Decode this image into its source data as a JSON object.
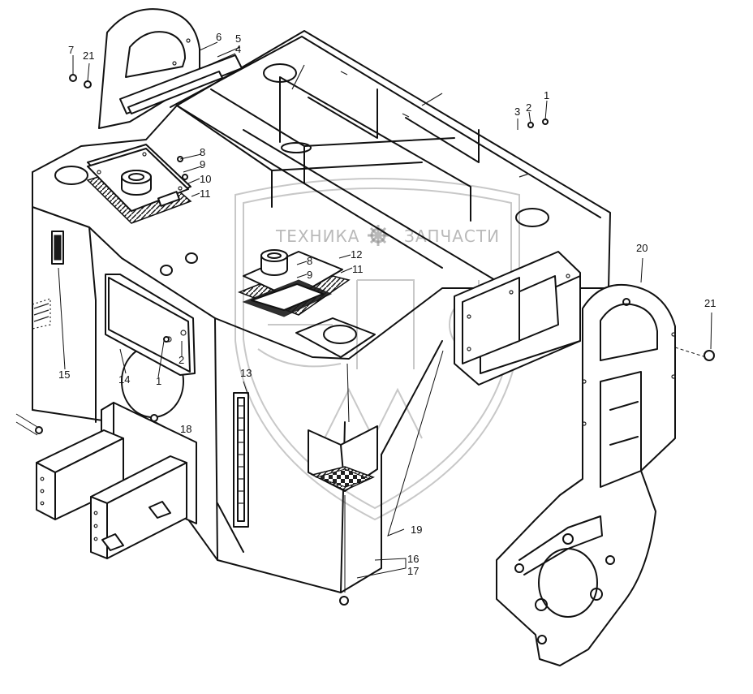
{
  "watermark": {
    "text_left": "ТЕХНИКА",
    "text_right": "ЗАПЧАСТИ",
    "logo": "ЭПФ"
  },
  "callouts": [
    "1",
    "2",
    "3",
    "1",
    "2",
    "4",
    "5",
    "6",
    "7",
    "21",
    "8",
    "9",
    "10",
    "11",
    "8",
    "9",
    "11",
    "12",
    "13",
    "14",
    "15",
    "16",
    "17",
    "18",
    "19",
    "20",
    "21"
  ],
  "icons": [
    "gear-icon"
  ]
}
